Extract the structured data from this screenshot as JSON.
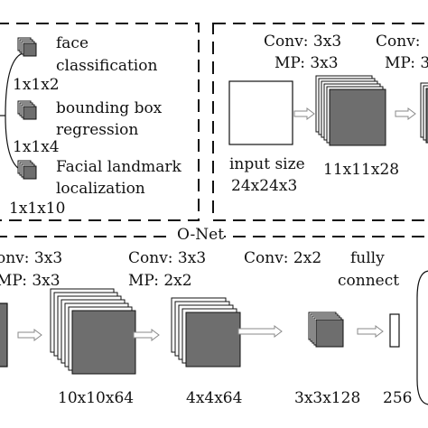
{
  "top_left": {
    "items": [
      {
        "label_lines": [
          "face",
          "classification"
        ],
        "dim": "1x1x2"
      },
      {
        "label_lines": [
          "bounding box",
          "regression"
        ],
        "dim": "1x1x4"
      },
      {
        "label_lines": [
          "Facial landmark",
          "localization"
        ],
        "dim": "1x1x10"
      }
    ]
  },
  "top_right": {
    "input_lines": [
      "input size",
      "24x24x3"
    ],
    "conv1_lines": [
      "Conv: 3x3",
      "MP: 3x3"
    ],
    "conv2_lines": [
      "Conv:",
      "MP: 3"
    ],
    "feat1_dim": "11x11x28"
  },
  "onet": {
    "title": "O-Net",
    "conv_a_lines": [
      "onv: 3x3",
      "MP: 3x3"
    ],
    "conv_b_lines": [
      "Conv: 3x3",
      "MP: 2x2"
    ],
    "conv_c_lines": [
      "Conv: 2x2"
    ],
    "fc_lines": [
      "fully",
      "connect"
    ],
    "dims": [
      "10x10x64",
      "4x4x64",
      "3x3x128",
      "256"
    ]
  },
  "colors": {
    "line": "#111111",
    "front_face": "#6e6e6e",
    "back_face": "#ffffff",
    "arrow": "#8a8a8a"
  }
}
